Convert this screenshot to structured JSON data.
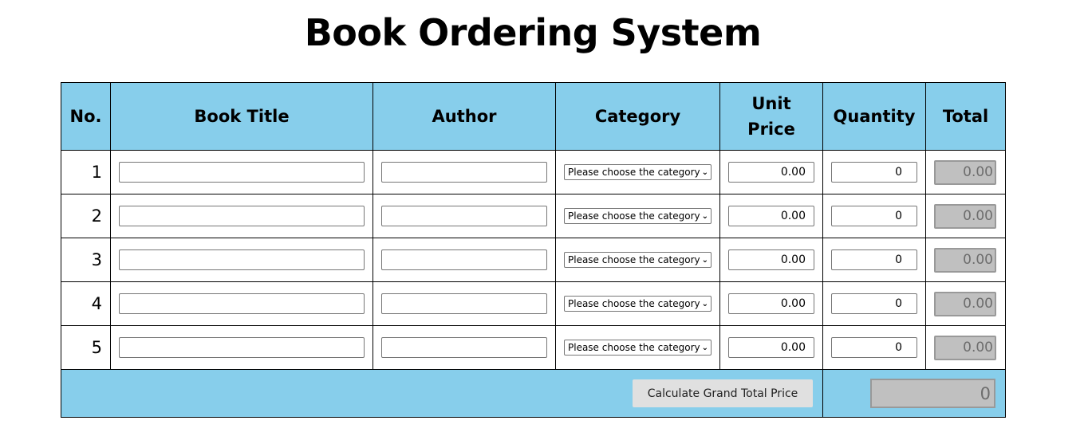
{
  "title": "Book Ordering System",
  "headers": {
    "no": "No.",
    "title": "Book Title",
    "author": "Author",
    "category": "Category",
    "unit_price": "Unit Price",
    "quantity": "Quantity",
    "total": "Total"
  },
  "rows": [
    {
      "no": "1",
      "title": "",
      "author": "",
      "category": "Please choose the category",
      "unit_price": "0.00",
      "quantity": "0",
      "total": "0.00"
    },
    {
      "no": "2",
      "title": "",
      "author": "",
      "category": "Please choose the category",
      "unit_price": "0.00",
      "quantity": "0",
      "total": "0.00"
    },
    {
      "no": "3",
      "title": "",
      "author": "",
      "category": "Please choose the category",
      "unit_price": "0.00",
      "quantity": "0",
      "total": "0.00"
    },
    {
      "no": "4",
      "title": "",
      "author": "",
      "category": "Please choose the category",
      "unit_price": "0.00",
      "quantity": "0",
      "total": "0.00"
    },
    {
      "no": "5",
      "title": "",
      "author": "",
      "category": "Please choose the category",
      "unit_price": "0.00",
      "quantity": "0",
      "total": "0.00"
    }
  ],
  "footer": {
    "calc_label": "Calculate Grand Total Price",
    "grand_total": "0"
  },
  "colors": {
    "header_bg": "#87ceeb"
  }
}
